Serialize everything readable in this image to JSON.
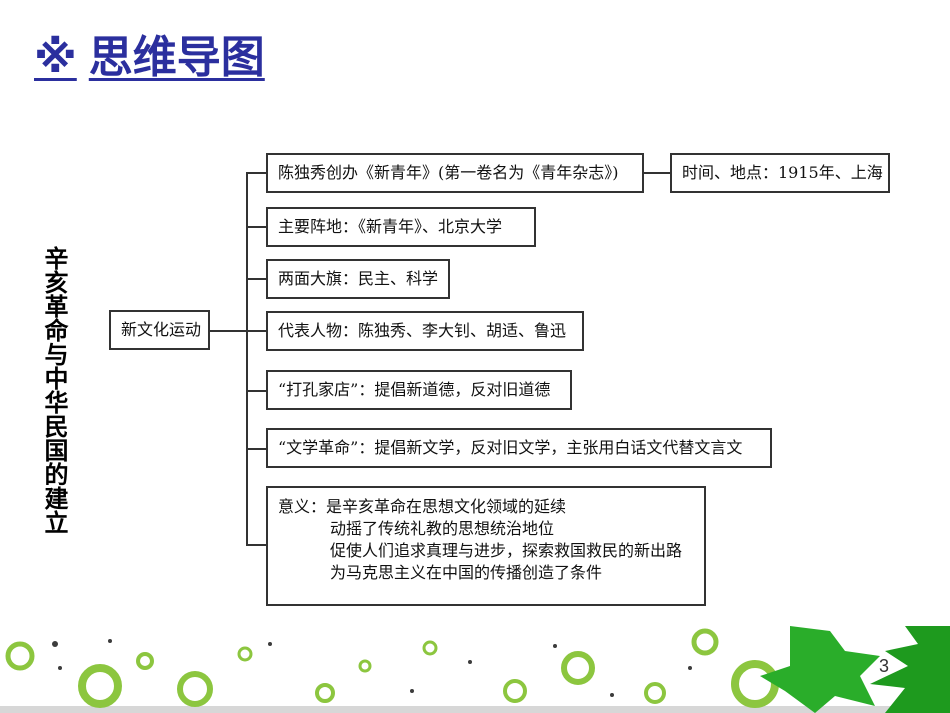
{
  "header": {
    "mark": "※",
    "title": "思维导图"
  },
  "side_title": "辛亥革命与中华民国的建立",
  "root": "新文化运动",
  "branches": [
    {
      "text": "陈独秀创办《新青年》(第一卷名为《青年杂志》)"
    },
    {
      "text": "主要阵地：《新青年》、北京大学"
    },
    {
      "text": "两面大旗：民主、科学"
    },
    {
      "text": "代表人物：陈独秀、李大钊、胡适、鲁迅"
    },
    {
      "text": "“打孔家店”：提倡新道德，反对旧道德"
    },
    {
      "text": "“文学革命”：提倡新文学，反对旧文学，主张用白话文代替文言文"
    }
  ],
  "time_place": "时间、地点：1915年、上海",
  "meaning": {
    "label": "意义：",
    "lines": [
      "是辛亥革命在思想文化领域的延续",
      "动摇了传统礼教的思想统治地位",
      "促使人们追求真理与进步，探索救国救民的新出路",
      "为马克思主义在中国的传播创造了条件"
    ]
  },
  "page_number": "3",
  "colors": {
    "title": "#2b2f9e",
    "leaf_green": "#1e9a1e",
    "ring_green": "#7cc243"
  }
}
